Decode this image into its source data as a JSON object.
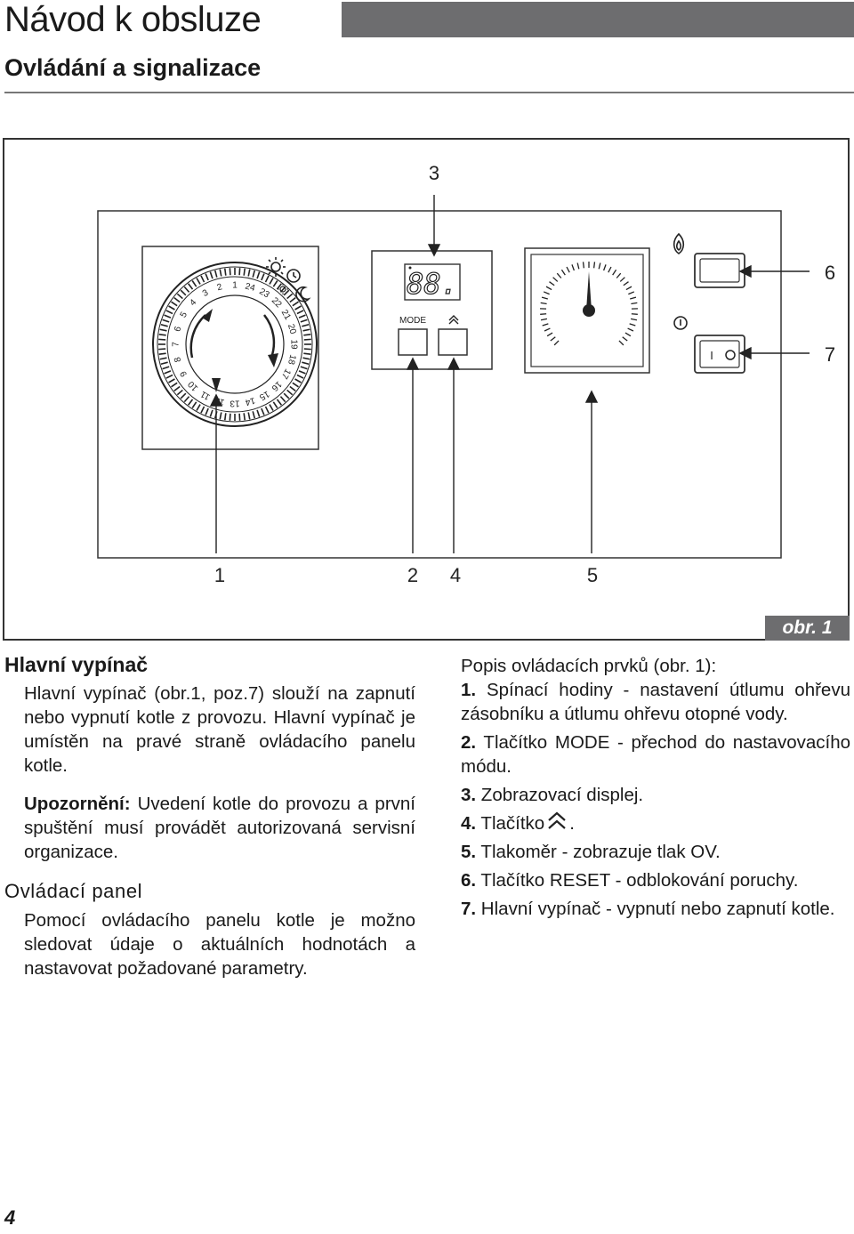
{
  "header": {
    "title": "Návod k obsluze",
    "subtitle": "Ovládání a signalizace"
  },
  "figure": {
    "label": "obr. 1",
    "callouts": {
      "c1": "1",
      "c2": "2",
      "c3": "3",
      "c4": "4",
      "c5": "5",
      "c6": "6",
      "c7": "7"
    },
    "display_text": "88.",
    "mode_label": "MODE",
    "switch_on_symbol": "I",
    "switch_off_symbol": "O",
    "dial_numbers": [
      "24",
      "23",
      "22",
      "21",
      "20",
      "19",
      "18",
      "17",
      "16",
      "15",
      "14",
      "13",
      "12",
      "11",
      "10",
      "9",
      "8",
      "7",
      "6",
      "5",
      "4",
      "3",
      "2",
      "1"
    ],
    "icons": {
      "sun": "sun-icon",
      "clock": "clock-icon",
      "moon": "moon-icon",
      "flame": "flame-icon",
      "reset": "reset-icon",
      "chevron": "double-chevron-up-icon"
    }
  },
  "left": {
    "heading1": "Hlavní vypínač",
    "p1": "Hlavní vypínač (obr.1, poz.7) slouží na zapnutí nebo vypnutí kotle z provozu. Hlavní vypínač je umístěn na pravé straně ovládacího panelu kotle.",
    "warning_label": "Upozornění:",
    "warning_text": " Uvedení kotle do provozu a první spuštění musí provádět autorizovaná servisní organizace.",
    "heading2": "Ovládací panel",
    "p2": "Pomocí ovládacího panelu kotle je možno sledovat údaje o aktuálních hodnotách a nastavovat požadované parametry."
  },
  "right": {
    "intro": "Popis ovládacích prvků (obr. 1):",
    "items": [
      {
        "num": "1.",
        "text": " Spínací hodiny - nastavení útlumu ohřevu zásobníku a útlumu ohřevu otopné vody."
      },
      {
        "num": "2.",
        "text": " Tlačítko MODE - přechod do nastavovacího módu."
      },
      {
        "num": "3.",
        "text": " Zobrazovací displej."
      },
      {
        "num": "4.",
        "text": " Tlačítko",
        "suffix": "."
      },
      {
        "num": "5.",
        "text": " Tlakoměr - zobrazuje tlak OV."
      },
      {
        "num": "6.",
        "text": " Tlačítko RESET - odblokování poruchy."
      },
      {
        "num": "7.",
        "text": " Hlavní vypínač - vypnutí nebo zapnutí kotle."
      }
    ]
  },
  "footer": {
    "page_number": "4"
  }
}
